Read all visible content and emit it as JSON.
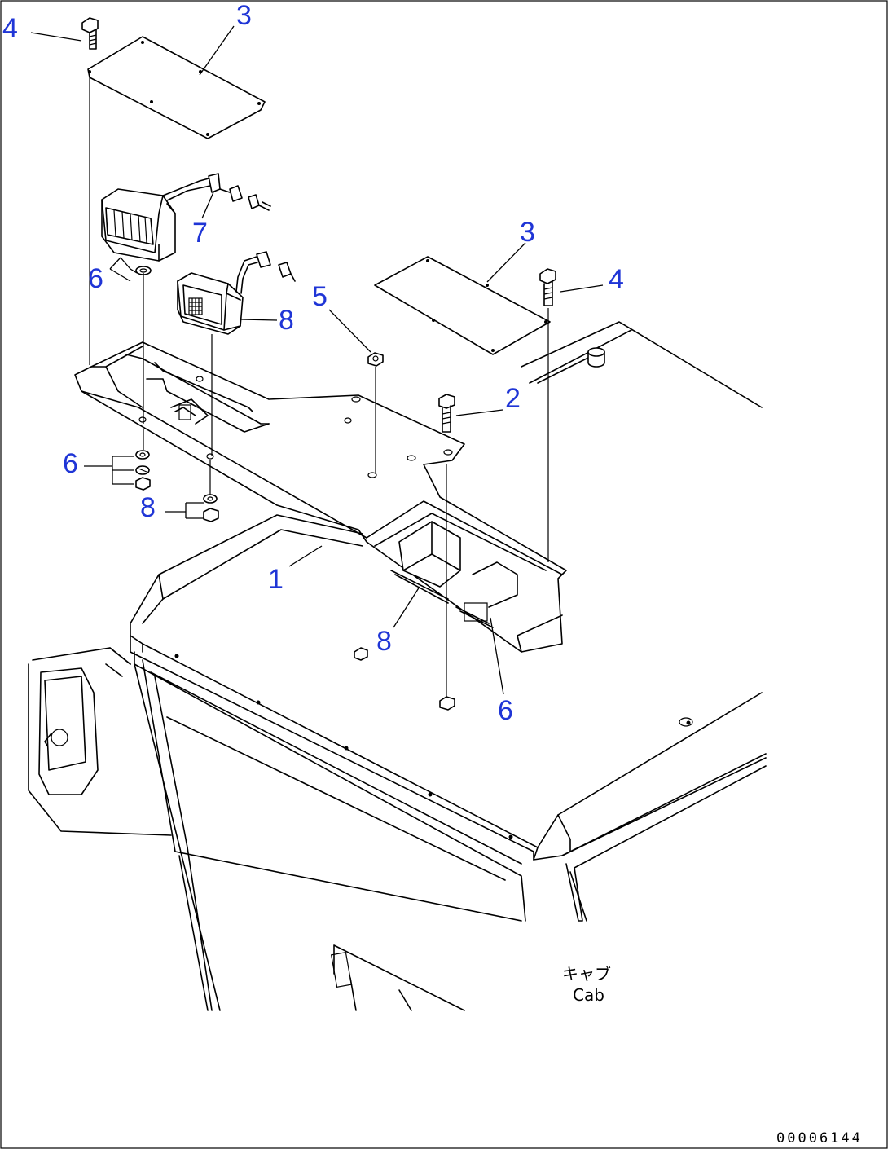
{
  "diagram": {
    "callouts": [
      {
        "id": "c4a",
        "label": "4"
      },
      {
        "id": "c3a",
        "label": "3"
      },
      {
        "id": "c7",
        "label": "7"
      },
      {
        "id": "c6a",
        "label": "6"
      },
      {
        "id": "c8a",
        "label": "8"
      },
      {
        "id": "c5",
        "label": "5"
      },
      {
        "id": "c3b",
        "label": "3"
      },
      {
        "id": "c4b",
        "label": "4"
      },
      {
        "id": "c2",
        "label": "2"
      },
      {
        "id": "c6b",
        "label": "6"
      },
      {
        "id": "c8b",
        "label": "8"
      },
      {
        "id": "c1",
        "label": "1"
      },
      {
        "id": "c8c",
        "label": "8"
      },
      {
        "id": "c6c",
        "label": "6"
      }
    ],
    "cab_label_jp": "キャブ",
    "cab_label_en": "Cab",
    "drawing_code": "00006144"
  }
}
